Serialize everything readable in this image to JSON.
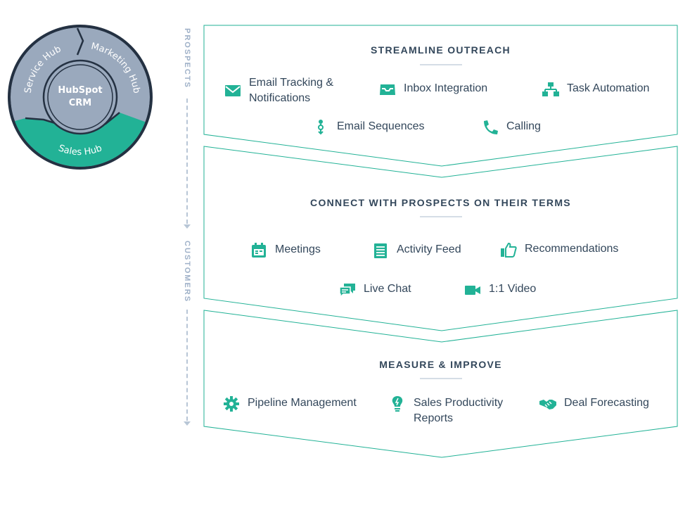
{
  "hub": {
    "center": [
      "HubSpot",
      "CRM"
    ],
    "segments": [
      "Service Hub",
      "Marketing Hub",
      "Sales Hub"
    ],
    "colors": {
      "base": "#9aa9bd",
      "active": "#22b296",
      "rim": "#243142"
    }
  },
  "flow": {
    "top": "PROSPECTS",
    "bottom": "CUSTOMERS"
  },
  "sections": [
    {
      "title": "STREAMLINE OUTREACH",
      "features": [
        {
          "icon": "email-icon",
          "label": "Email Tracking & Notifications"
        },
        {
          "icon": "inbox-icon",
          "label": "Inbox Integration"
        },
        {
          "icon": "task-automation-icon",
          "label": "Task Automation"
        },
        {
          "icon": "sequence-icon",
          "label": "Email Sequences"
        },
        {
          "icon": "phone-icon",
          "label": "Calling"
        }
      ]
    },
    {
      "title": "CONNECT WITH PROSPECTS ON THEIR TERMS",
      "features": [
        {
          "icon": "calendar-icon",
          "label": "Meetings"
        },
        {
          "icon": "activity-feed-icon",
          "label": "Activity Feed"
        },
        {
          "icon": "thumbs-up-icon",
          "label": "Recommendations"
        },
        {
          "icon": "chat-icon",
          "label": "Live Chat"
        },
        {
          "icon": "video-icon",
          "label": "1:1 Video"
        }
      ]
    },
    {
      "title": "MEASURE & IMPROVE",
      "features": [
        {
          "icon": "gear-icon",
          "label": "Pipeline Management"
        },
        {
          "icon": "lightbulb-icon",
          "label": "Sales Productivity Reports"
        },
        {
          "icon": "handshake-icon",
          "label": "Deal Forecasting"
        }
      ]
    }
  ],
  "colors": {
    "accent": "#22b296",
    "text": "#33475b",
    "muted": "#9fb1c8"
  }
}
